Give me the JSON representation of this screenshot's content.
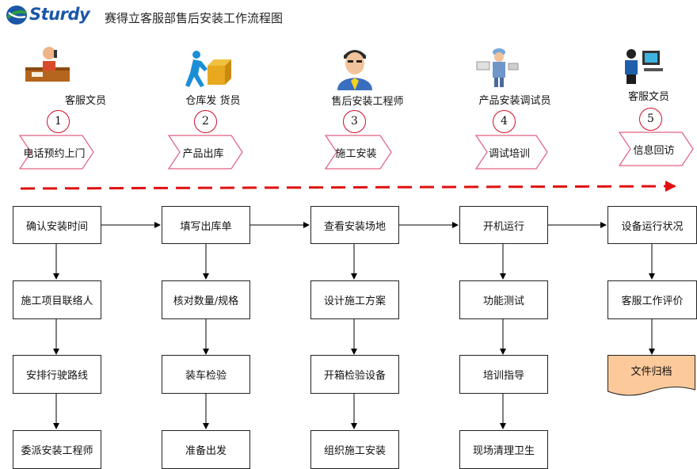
{
  "header": {
    "logo_text": "Sturdy",
    "title": "赛得立客服部售后安装工作流程图"
  },
  "roles": [
    "客服文员",
    "仓库发 货员",
    "售后安装工程师",
    "产品安装调试员",
    "客服文员"
  ],
  "steps": [
    {
      "number": "1",
      "label": "电话预约上门"
    },
    {
      "number": "2",
      "label": "产品出库"
    },
    {
      "number": "3",
      "label": "施工安装"
    },
    {
      "number": "4",
      "label": "调试培训"
    },
    {
      "number": "5",
      "label": "信息回访"
    }
  ],
  "columns": [
    [
      "确认安装时间",
      "施工项目联络人",
      "安排行驶路线",
      "委派安装工程师"
    ],
    [
      "填写出库单",
      "核对数量/规格",
      "装车检验",
      "准备出发"
    ],
    [
      "查看安装场地",
      "设计施工方案",
      "开箱检验设备",
      "组织施工安装"
    ],
    [
      "开机运行",
      "功能测试",
      "培训指导",
      "现场清理卫生"
    ],
    [
      "设备运行状况",
      "客服工作评价",
      "文件归档"
    ]
  ],
  "colors": {
    "logo_blue": "#1b57a8",
    "logo_green": "#2e9c3c",
    "circle_outline": "#d0102b",
    "banner_outline": "#e06080",
    "dashed_arrow": "#e01010",
    "document_fill": "#fbc99a"
  }
}
